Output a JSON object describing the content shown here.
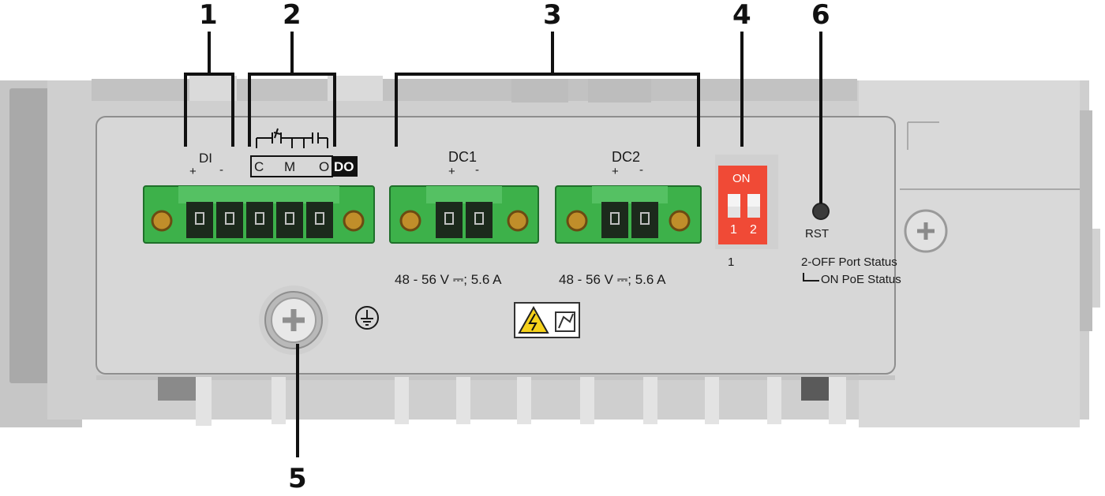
{
  "callouts": {
    "c1": "1",
    "c2": "2",
    "c3": "3",
    "c4": "4",
    "c5": "5",
    "c6": "6"
  },
  "ports": {
    "di": {
      "name": "DI",
      "plus": "+",
      "minus": "-"
    },
    "do": {
      "c": "C",
      "m": "M",
      "o": "O",
      "name": "DO"
    },
    "dc1": {
      "name": "DC1",
      "plus": "+",
      "minus": "-",
      "rating": "48 - 56 V ⎓; 5.6 A"
    },
    "dc2": {
      "name": "DC2",
      "plus": "+",
      "minus": "-",
      "rating": "48 - 56 V ⎓; 5.6 A"
    }
  },
  "dip": {
    "on": "ON",
    "s1": "1",
    "s2": "2"
  },
  "legend": {
    "n1": "1",
    "line1": "2-OFF Port Status",
    "line2": "ON PoE Status"
  },
  "reset": {
    "label": "RST"
  },
  "colors": {
    "terminal": "#3db14a",
    "dip": "#f04a36",
    "panel": "#d6d6d6",
    "housing": "#c9c9c9"
  }
}
